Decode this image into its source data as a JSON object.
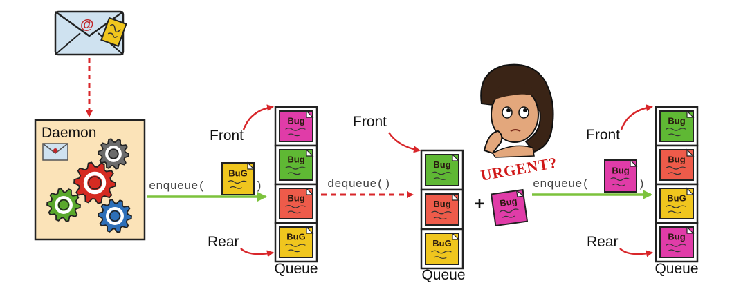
{
  "daemon": {
    "label": "Daemon"
  },
  "email": {
    "at_symbol": "@"
  },
  "queue1": {
    "label": "Queue",
    "front_label": "Front",
    "rear_label": "Rear",
    "items": [
      {
        "text": "Bug",
        "color": "#e03ca8"
      },
      {
        "text": "Bug",
        "color": "#5fb834"
      },
      {
        "text": "Bug",
        "color": "#ee5b4a"
      },
      {
        "text": "BuG",
        "color": "#f0c61e"
      }
    ]
  },
  "enqueue1": {
    "call_open": "enqueue(",
    "call_close": ")",
    "item_text": "BuG",
    "item_color": "#f0c61e"
  },
  "dequeue": {
    "call": "dequeue()"
  },
  "queue2": {
    "label": "Queue",
    "front_label": "Front",
    "items": [
      {
        "text": "Bug",
        "color": "#5fb834"
      },
      {
        "text": "Bug",
        "color": "#ee5b4a"
      },
      {
        "text": "BuG",
        "color": "#f0c61e"
      }
    ]
  },
  "plus": "+",
  "urgent": {
    "text": "URGENT?",
    "bug_text": "Bug",
    "bug_color": "#e03ca8"
  },
  "enqueue2": {
    "call_open": "enqueue(",
    "call_close": ")",
    "item_text": "Bug",
    "item_color": "#e03ca8"
  },
  "queue3": {
    "label": "Queue",
    "front_label": "Front",
    "rear_label": "Rear",
    "items": [
      {
        "text": "Bug",
        "color": "#5fb834"
      },
      {
        "text": "Bug",
        "color": "#ee5b4a"
      },
      {
        "text": "BuG",
        "color": "#f0c61e"
      },
      {
        "text": "Bug",
        "color": "#e03ca8"
      }
    ]
  },
  "colors": {
    "red_arrow": "#d8262a",
    "green_arrow": "#7cc23c",
    "daemon_fill": "#fbe3b8",
    "envelope_fill": "#cfe2f0",
    "gear_gray": "#6b6b6b",
    "gear_red": "#d52b22",
    "gear_green": "#5aa92c",
    "gear_blue": "#2d6fb8"
  }
}
